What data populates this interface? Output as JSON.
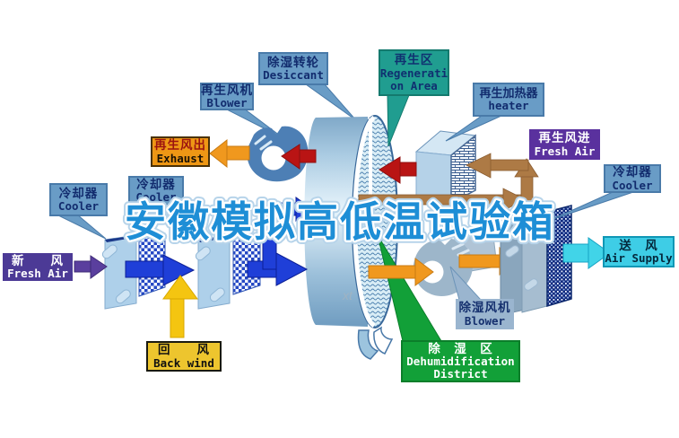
{
  "watermark": "安徽模拟高低温试验箱",
  "faint_mark": "xt",
  "labels": {
    "desiccant": {
      "zh": "除湿转轮",
      "en": "Desiccant"
    },
    "regen_blower": {
      "zh": "再生风机",
      "en": "Blower"
    },
    "regen_area": {
      "zh": "再生区",
      "en": "Regenerati",
      "en2": "on Area"
    },
    "heater": {
      "zh": "再生加热器",
      "en": "heater"
    },
    "exhaust": {
      "zh": "再生风出",
      "en": "Exhaust"
    },
    "cooler_mid": {
      "zh": "冷却器",
      "en": "Cooler"
    },
    "cooler_left": {
      "zh": "冷却器",
      "en": "Cooler"
    },
    "cooler_right": {
      "zh": "冷却器",
      "en": "Cooler"
    },
    "regen_fresh": {
      "zh": "再生风进",
      "en": "Fresh Air"
    },
    "fresh_air": {
      "zh": "新　　风",
      "en": "Fresh Air"
    },
    "back_wind": {
      "zh": "回　　风",
      "en": "Back wind"
    },
    "dehum_blower": {
      "zh": "除湿风机",
      "en": "Blower"
    },
    "dehum_district": {
      "zh": "除　湿　区",
      "en": "Dehumidification",
      "en2": "District"
    },
    "air_supply": {
      "zh": "送　风",
      "en": "Air Supply"
    }
  },
  "colors": {
    "label_blue": "#699cc6",
    "teal": "#209d90",
    "purple": "#5a319e",
    "orange": "#f0981e",
    "yellow": "#f4c511",
    "green": "#12a038",
    "cyan": "#3ecde6",
    "flow_blue": "#1f3fd8",
    "flow_red": "#b91414",
    "flow_brown": "#ad7a45",
    "watermark_blue": "#1e8ed6"
  }
}
